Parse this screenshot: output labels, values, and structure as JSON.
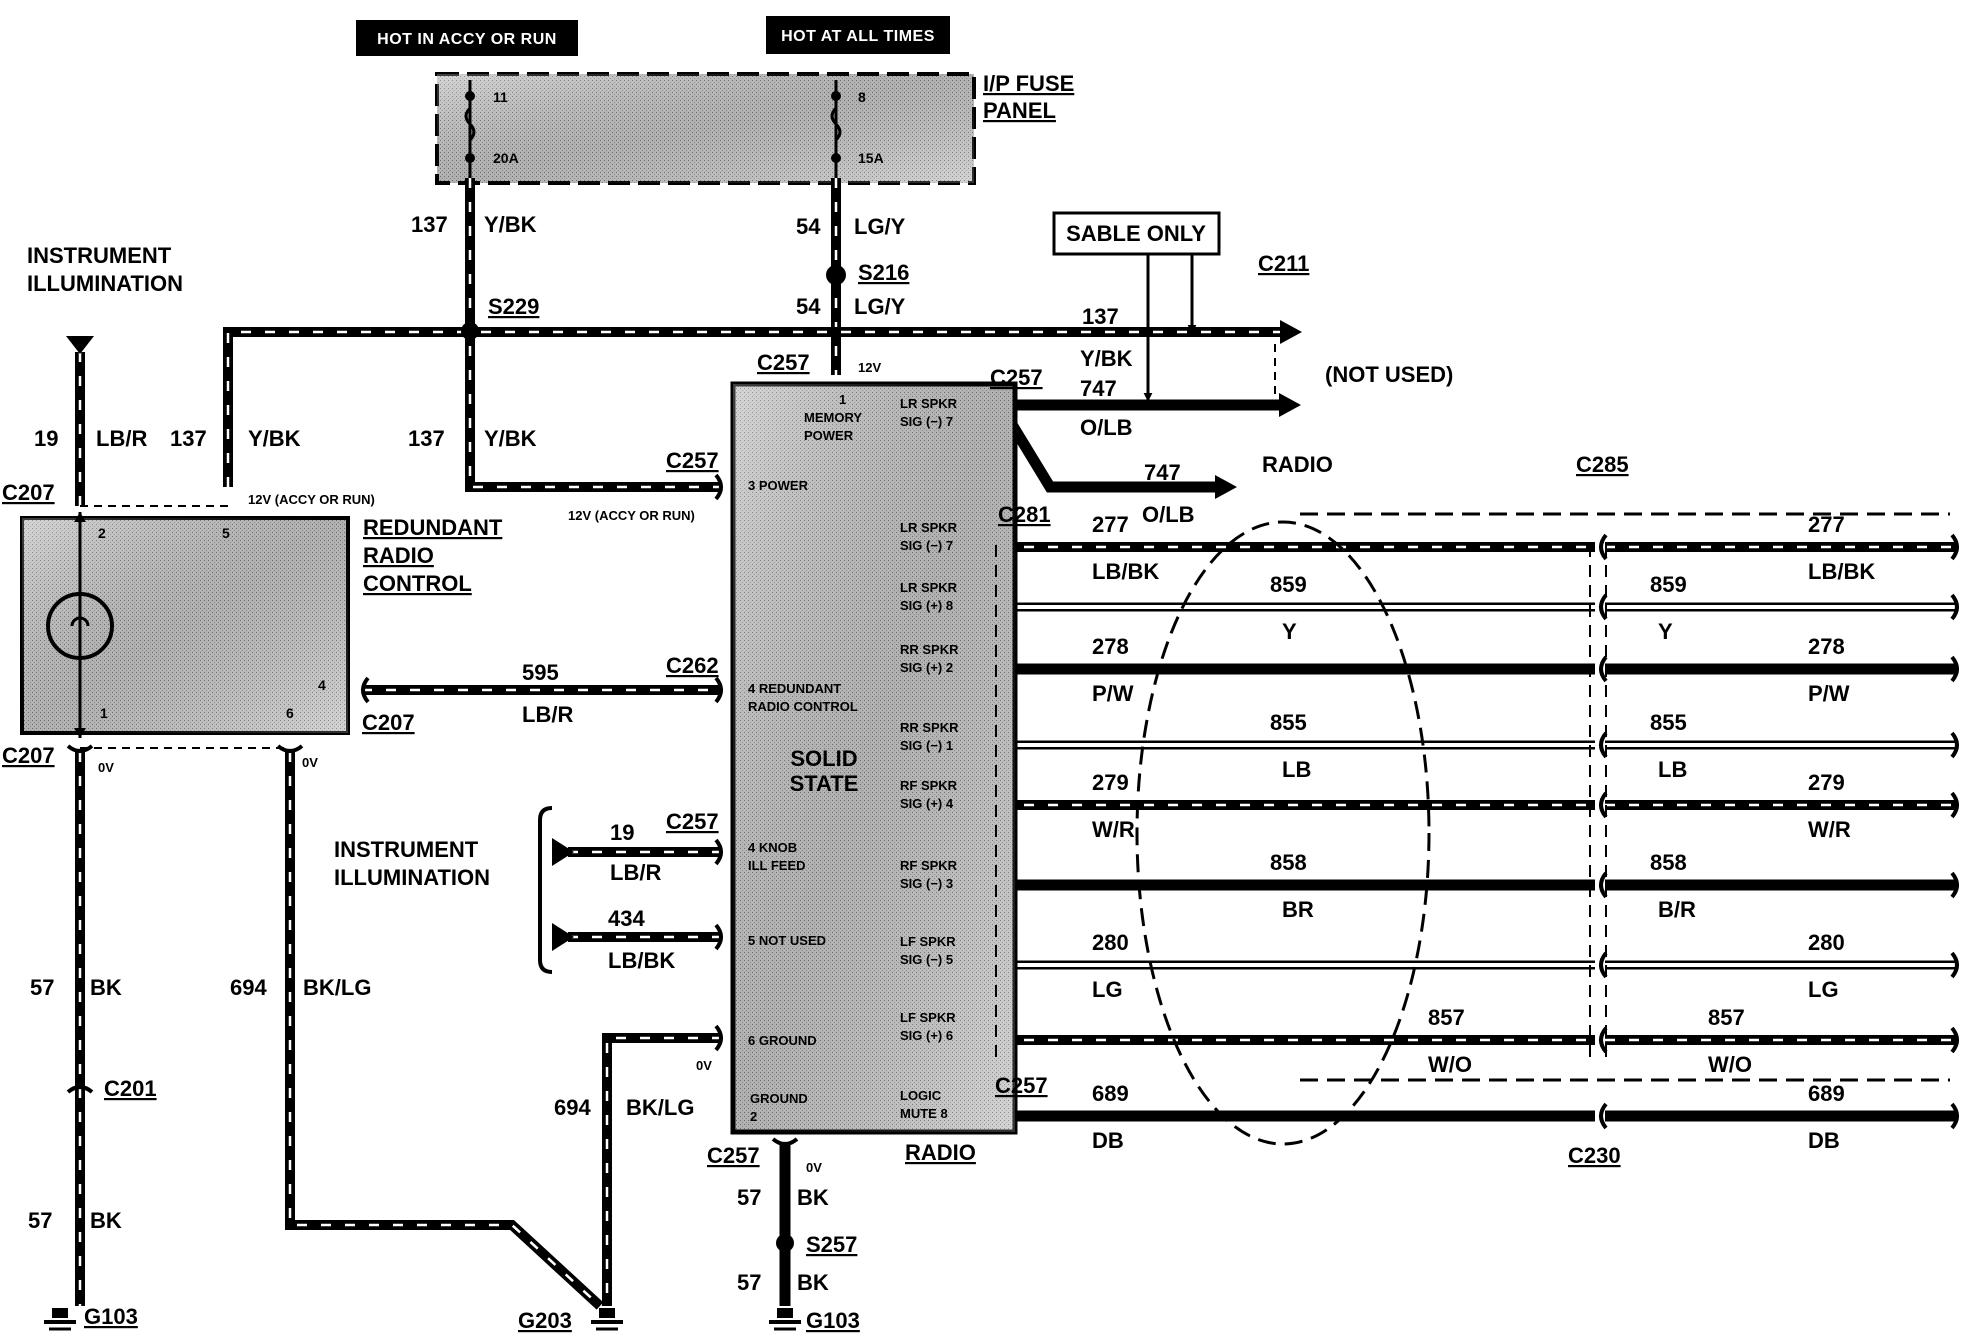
{
  "headers": {
    "accy_run": "HOT IN ACCY OR RUN",
    "all_times": "HOT AT ALL TIMES"
  },
  "fuse_panel": {
    "title1": "I/P FUSE",
    "title2": "PANEL",
    "fuse_a_num": "11",
    "fuse_a_amp": "20A",
    "fuse_b_num": "8",
    "fuse_b_amp": "15A"
  },
  "sable_only": "SABLE ONLY",
  "connectors": {
    "c211": "C211",
    "c257": "C257",
    "c281": "C281",
    "c285": "C285",
    "c207": "C207",
    "c262": "C262",
    "c201": "C201",
    "c230": "C230"
  },
  "splices": {
    "s229": "S229",
    "s216": "S216",
    "s257": "S257"
  },
  "grounds": {
    "g103": "G103",
    "g203": "G203"
  },
  "not_used": "(NOT USED)",
  "instrument_illumination": {
    "line1": "INSTRUMENT",
    "line2": "ILLUMINATION"
  },
  "redundant_radio_control": {
    "line1": "REDUNDANT",
    "line2": "RADIO",
    "line3": "CONTROL",
    "pin1": "1",
    "pin2": "2",
    "pin4": "4",
    "pin5": "5",
    "pin6": "6"
  },
  "voltages": {
    "v12": "12V",
    "accy": "12V (ACCY OR RUN)",
    "ov": "0V"
  },
  "radio": {
    "title": "RADIO",
    "solid1": "SOLID",
    "solid2": "STATE",
    "left_pins": [
      {
        "l1": "1",
        "l2": "MEMORY",
        "l3": "POWER"
      },
      {
        "l1": "3  POWER"
      },
      {
        "l1": "4  REDUNDANT",
        "l2": "RADIO CONTROL"
      },
      {
        "l1": "4 KNOB",
        "l2": "ILL FEED"
      },
      {
        "l1": "5  NOT USED"
      },
      {
        "l1": "6  GROUND"
      },
      {
        "l1": "GROUND",
        "l2": "2"
      }
    ],
    "right_pins": [
      {
        "l1": "LR SPKR",
        "l2": "SIG (−)  7"
      },
      {
        "l1": "LR SPKR",
        "l2": "SIG (−)  7"
      },
      {
        "l1": "LR SPKR",
        "l2": "SIG (+)  8"
      },
      {
        "l1": "RR SPKR",
        "l2": "SIG (+)  2"
      },
      {
        "l1": "RR SPKR",
        "l2": "SIG (−)  1"
      },
      {
        "l1": "RF SPKR",
        "l2": "SIG (+) 4"
      },
      {
        "l1": "RF SPKR",
        "l2": "SIG (−)  3"
      },
      {
        "l1": "LF SPKR",
        "l2": "SIG (−)  5"
      },
      {
        "l1": "LF SPKR",
        "l2": "SIG (+) 6"
      },
      {
        "l1": "LOGIC",
        "l2": "MUTE  8"
      }
    ]
  },
  "radio_arrow": "RADIO",
  "wires": {
    "w137": "137",
    "yb": "Y/BK",
    "w54": "54",
    "lgy": "LG/Y",
    "w19": "19",
    "lbr": "LB/R",
    "w595": "595",
    "w747": "747",
    "olb": "O/LB",
    "w434": "434",
    "lbbk": "LB/BK",
    "w57": "57",
    "bk": "BK",
    "w694": "694",
    "bklg": "BK/LG"
  },
  "speaker_wires": [
    {
      "num": "277",
      "color": "LB/BK",
      "color_r": "LB/BK"
    },
    {
      "num": "859",
      "color": "Y",
      "color_r": "Y"
    },
    {
      "num": "278",
      "color": "P/W",
      "color_r": "P/W"
    },
    {
      "num": "855",
      "color": "LB",
      "color_r": "LB"
    },
    {
      "num": "279",
      "color": "W/R",
      "color_r": "W/R"
    },
    {
      "num": "858",
      "color": "BR",
      "color_r": "B/R"
    },
    {
      "num": "280",
      "color": "LG",
      "color_r": "LG"
    },
    {
      "num": "857",
      "color": "W/O",
      "color_r": "W/O"
    },
    {
      "num": "689",
      "color": "DB",
      "color_r": "DB"
    }
  ]
}
